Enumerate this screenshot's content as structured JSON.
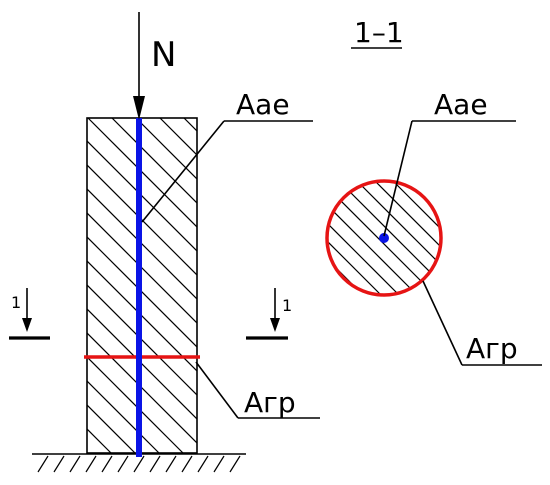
{
  "labels": {
    "force": "N",
    "section_title": "1–1",
    "anchor_area_side": "Aae",
    "ground_area_side": "Агр",
    "anchor_area_section": "Aae",
    "ground_area_section": "Агр",
    "section_mark_left": "1",
    "section_mark_right": "1"
  },
  "colors": {
    "anchor": "#0a14e6",
    "ground_boundary": "#e61414",
    "line": "#000000"
  }
}
